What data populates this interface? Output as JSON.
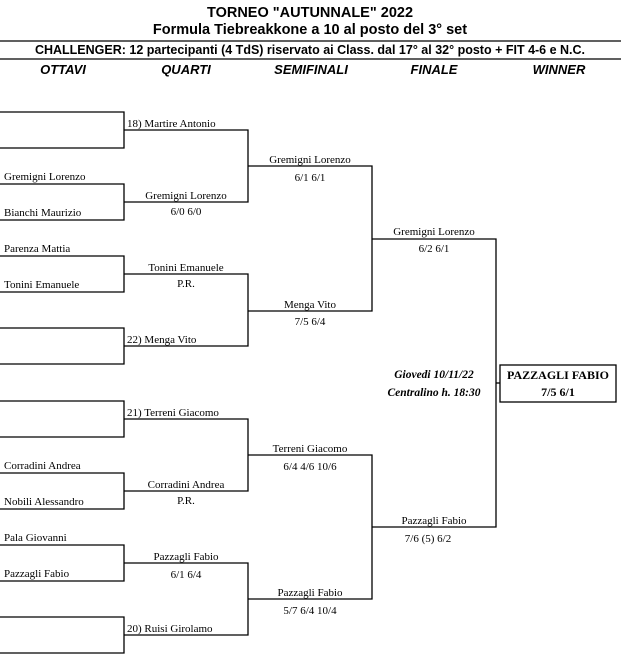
{
  "header": {
    "title": "TORNEO  \"AUTUNNALE\"  2022",
    "subtitle": "Formula Tiebreakkone a 10 al posto del 3° set",
    "category": "CHALLENGER: 12 partecipanti (4 TdS) riservato ai Class. dal 17° al 32° posto + FIT 4-6 e N.C."
  },
  "columns": [
    "OTTAVI",
    "QUARTI",
    "SEMIFINALI",
    "FINALE",
    "WINNER"
  ],
  "ottavi": [
    "",
    "",
    "Gremigni Lorenzo",
    "Bianchi Maurizio",
    "Parenza Mattia",
    "Tonini Emanuele",
    "",
    "",
    "",
    "",
    "Corradini Andrea",
    "Nobili Alessandro",
    "Pala Giovanni",
    "Pazzagli Fabio",
    "",
    ""
  ],
  "quarti": [
    {
      "name": "18) Martire Antonio",
      "score": ""
    },
    {
      "name": "Gremigni Lorenzo",
      "score": "6/0  6/0"
    },
    {
      "name": "Tonini Emanuele",
      "score": "P.R."
    },
    {
      "name": "22) Menga Vito",
      "score": ""
    },
    {
      "name": "21) Terreni Giacomo",
      "score": ""
    },
    {
      "name": "Corradini Andrea",
      "score": "P.R."
    },
    {
      "name": "Pazzagli Fabio",
      "score": "6/1  6/4"
    },
    {
      "name": "20) Ruisi Girolamo",
      "score": ""
    }
  ],
  "semifinali": [
    {
      "name": "Gremigni Lorenzo",
      "score": "6/1  6/1"
    },
    {
      "name": "Menga Vito",
      "score": "7/5  6/4"
    },
    {
      "name": "Terreni Giacomo",
      "score": "6/4  4/6  10/6"
    },
    {
      "name": "Pazzagli Fabio",
      "score": "5/7  6/4  10/4"
    }
  ],
  "finale": [
    {
      "name": "Gremigni Lorenzo",
      "score": "6/2  6/1"
    },
    {
      "name": "Pazzagli Fabio",
      "score": "7/6 (5)  6/2"
    }
  ],
  "schedule": {
    "date": "Giovedi 10/11/22",
    "venue": "Centralino h. 18:30"
  },
  "winner": {
    "name": "PAZZAGLI FABIO",
    "score": "7/5  6/1"
  }
}
